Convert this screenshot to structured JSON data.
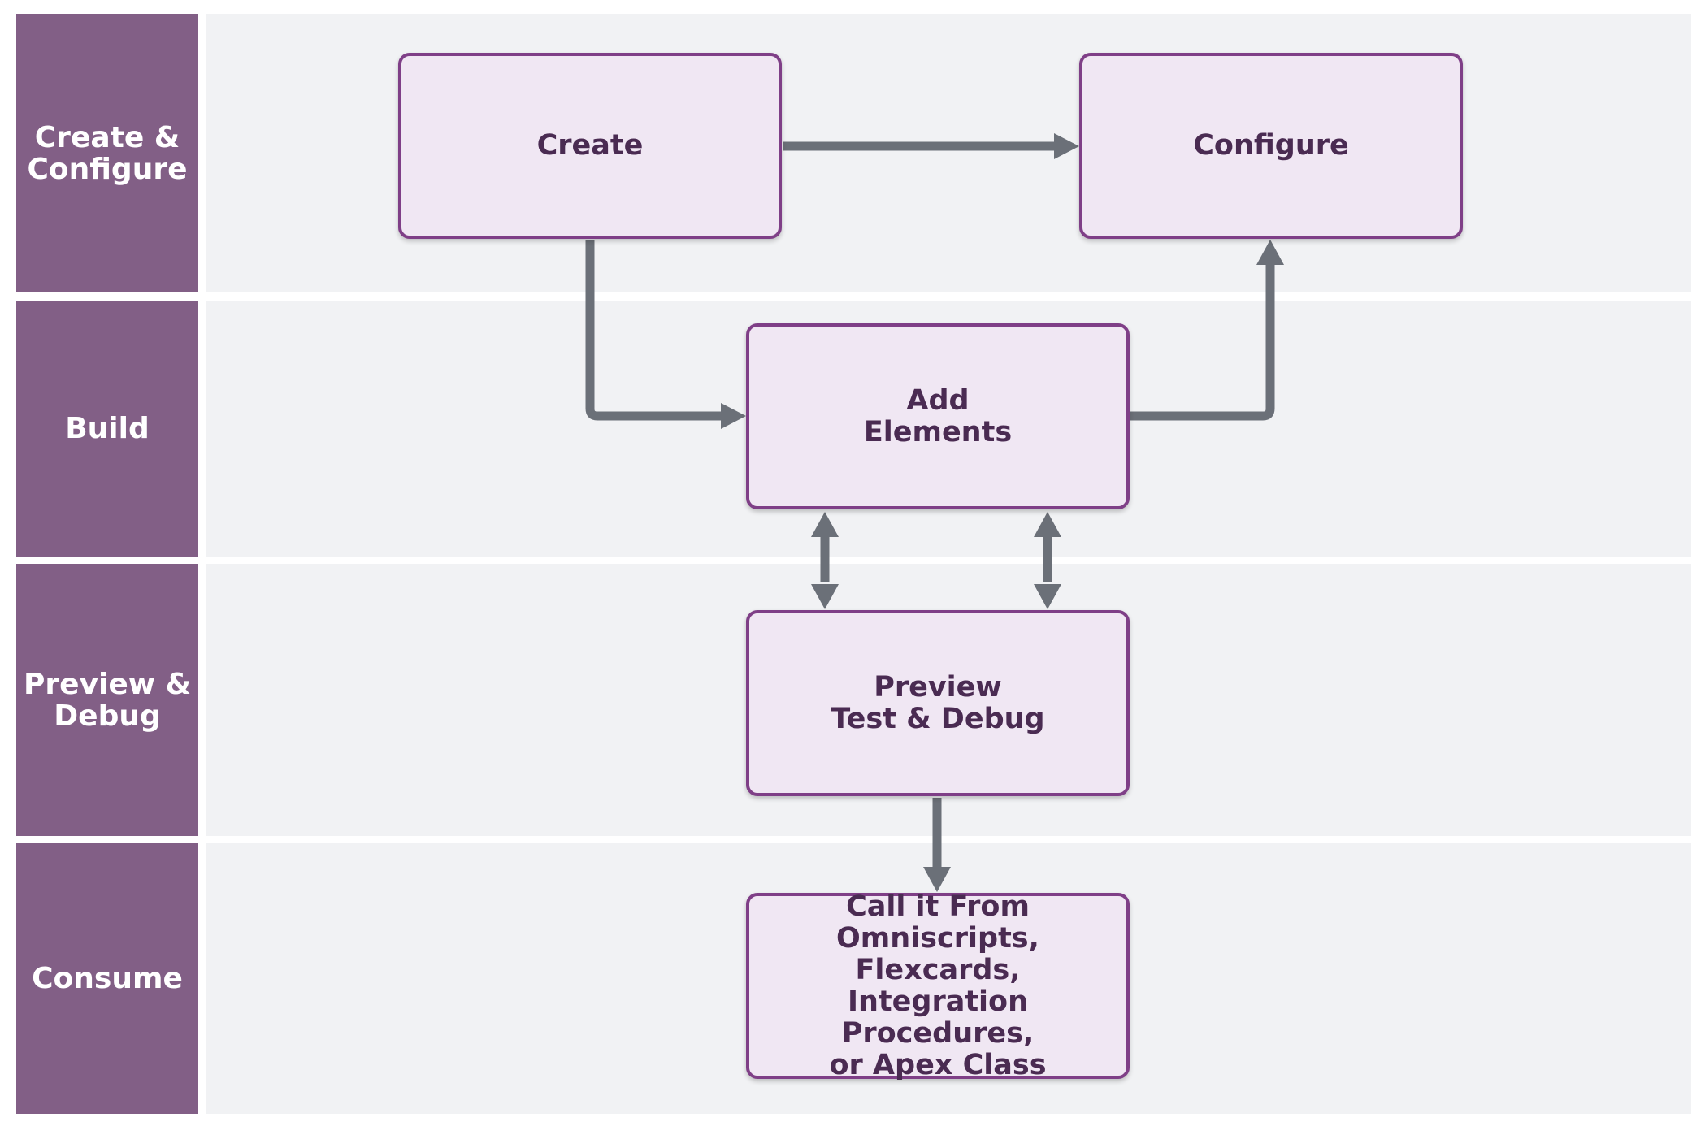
{
  "colors": {
    "lane_label_bg": "#825f86",
    "lane_body_bg": "#f1f2f4",
    "node_fill": "#f0e7f3",
    "node_border": "#7f3f87",
    "node_text": "#4a2b52",
    "connector": "#6b7078"
  },
  "lanes": [
    {
      "label": "Create &\nConfigure"
    },
    {
      "label": "Build"
    },
    {
      "label": "Preview &\nDebug"
    },
    {
      "label": "Consume"
    }
  ],
  "nodes": {
    "create": "Create",
    "configure": "Configure",
    "add_elements": "Add\nElements",
    "preview": "Preview\nTest & Debug",
    "consume": "Call it From\nOmniscripts, Flexcards,\nIntegration Procedures,\nor Apex Class"
  },
  "edges": [
    {
      "from": "Create",
      "to": "Configure",
      "direction": "forward"
    },
    {
      "from": "Create",
      "to": "Add Elements",
      "direction": "forward"
    },
    {
      "from": "Add Elements",
      "to": "Configure",
      "direction": "forward"
    },
    {
      "from": "Add Elements",
      "to": "Preview Test & Debug",
      "direction": "bidirectional"
    },
    {
      "from": "Add Elements",
      "to": "Preview Test & Debug",
      "direction": "bidirectional"
    },
    {
      "from": "Preview Test & Debug",
      "to": "Call it From Omniscripts, Flexcards, Integration Procedures, or Apex Class",
      "direction": "forward"
    }
  ]
}
